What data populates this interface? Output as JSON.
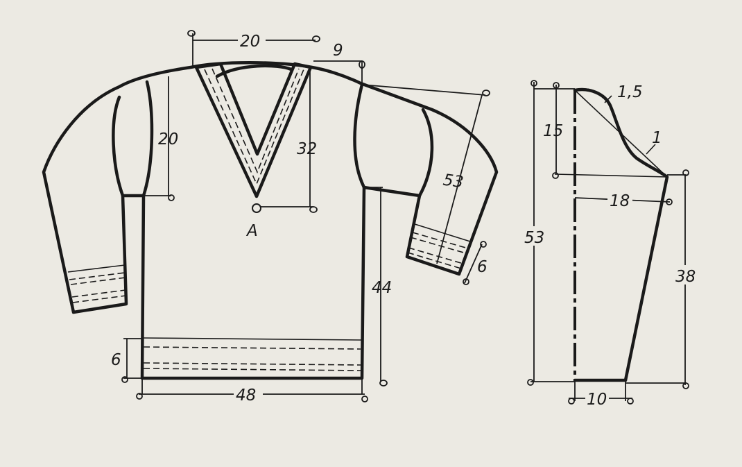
{
  "labels": {
    "neck_width": "20",
    "shoulder": "9",
    "armhole_depth": "20",
    "neck_depth": "32",
    "point_a": "A",
    "sleeve_length": "53",
    "cuff_right": "6",
    "body_length": "44",
    "waistband": "6",
    "body_width": "48",
    "cap_height": "15",
    "curve_top": "1,5",
    "curve_bottom": "1",
    "sleeve_half_width": "18",
    "sleeve_total": "53",
    "sleeve_lower": "38",
    "cuff_half_width": "10"
  },
  "colors": {
    "paper": "#eceae3",
    "ink": "#1a1a1a"
  }
}
